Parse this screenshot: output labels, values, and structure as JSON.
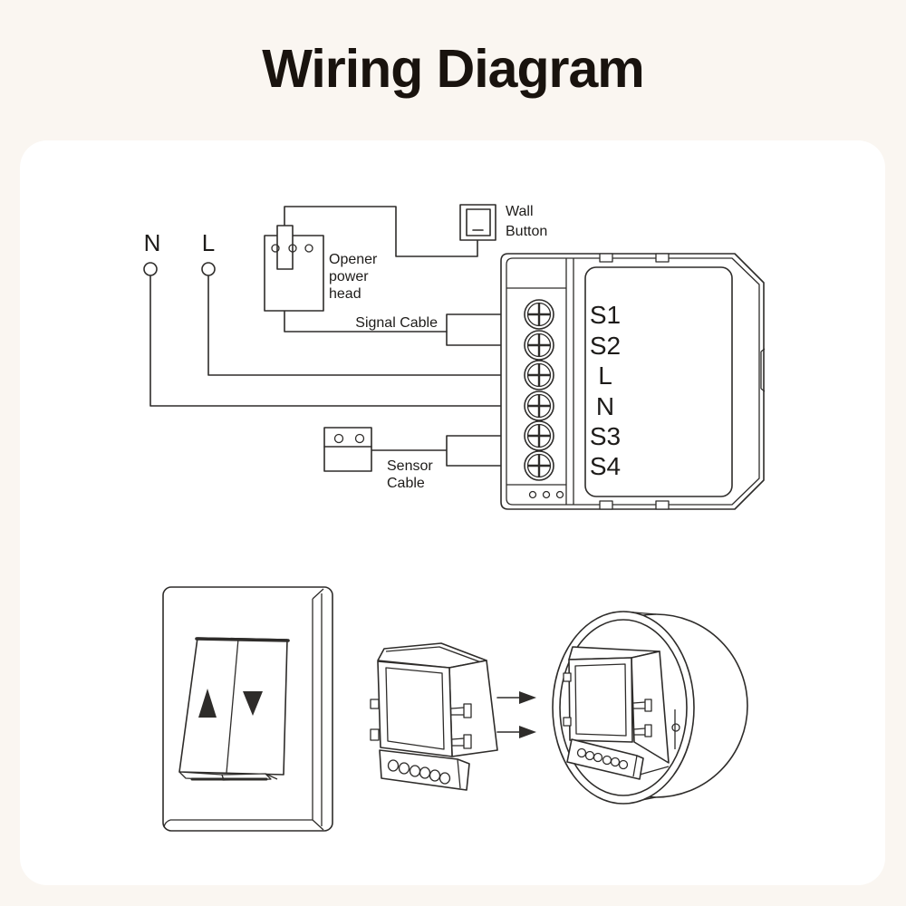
{
  "title": "Wiring Diagram",
  "colors": {
    "bg": "#faf6f1",
    "card": "#ffffff",
    "line": "#2e2c2a",
    "text": "#1d1b19",
    "title": "#19130e"
  },
  "wiring": {
    "neutral_label": "N",
    "live_label": "L",
    "opener_power_head": [
      "Opener",
      "power",
      "head"
    ],
    "wall_button": [
      "Wall",
      "Button"
    ],
    "signal_cable_label": "Signal Cable",
    "sensor_cable_label": [
      "Sensor",
      "Cable"
    ],
    "module_terminals": [
      "S1",
      "S2",
      "L",
      "N",
      "S3",
      "S4"
    ]
  }
}
